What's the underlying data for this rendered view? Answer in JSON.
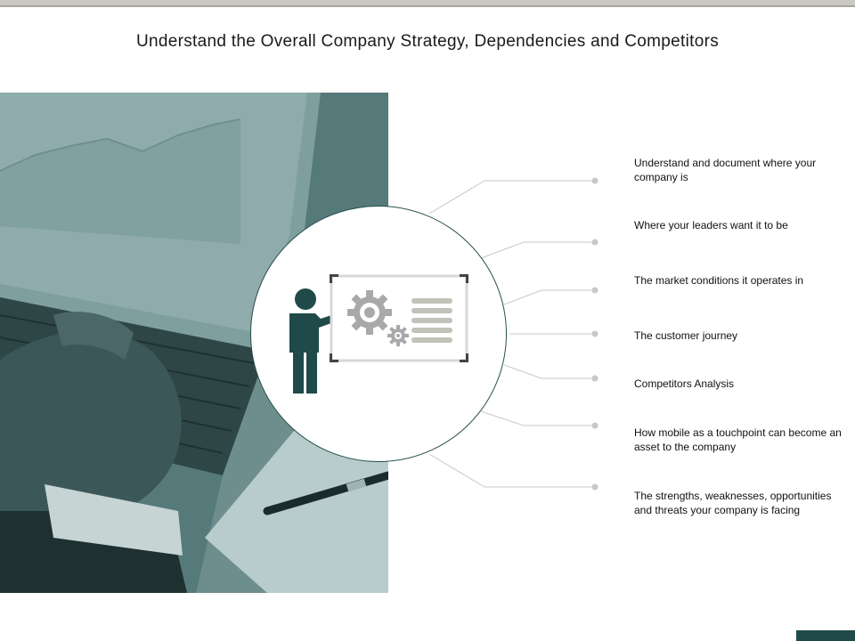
{
  "slide": {
    "title": "Understand the Overall Company Strategy, Dependencies and Competitors",
    "items": [
      "Understand and document where your company is",
      "Where your leaders want it to be",
      "The market conditions it operates in",
      "The customer journey",
      "Competitors Analysis",
      "How mobile as a touchpoint can become an asset to the company",
      "The strengths, weaknesses, opportunities and threats your company is facing"
    ],
    "colors": {
      "accent": "#1f4a49",
      "connector": "#c8c8c8",
      "gear": "#a9a9a9"
    },
    "icons": {
      "center": "presenter-at-board-icon"
    }
  }
}
